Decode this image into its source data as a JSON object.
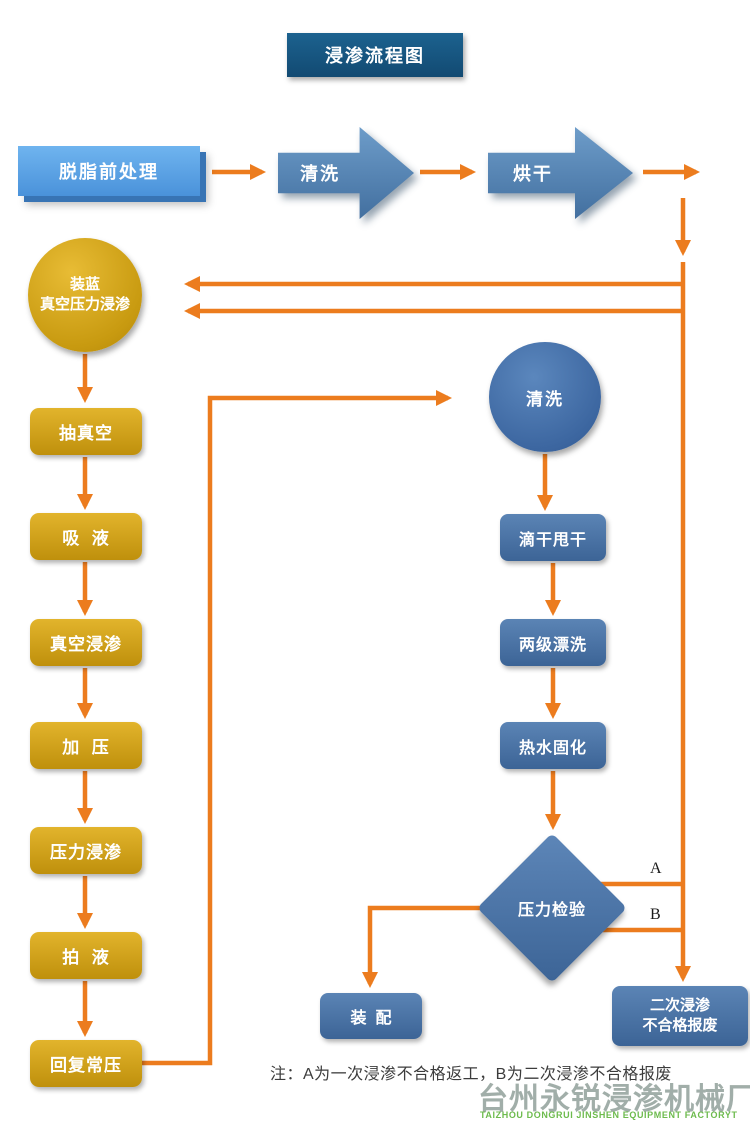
{
  "title": "浸渗流程图",
  "top_row": {
    "pretreatment": "脱脂前处理",
    "wash": "清洗",
    "dry": "烘干"
  },
  "left_flow": {
    "entry_circle": {
      "line1": "装蓝",
      "line2": "真空压力浸渗"
    },
    "steps": [
      "抽真空",
      "吸  液",
      "真空浸渗",
      "加  压",
      "压力浸渗",
      "拍  液",
      "回复常压"
    ]
  },
  "right_flow": {
    "wash_circle": "清洗",
    "steps": [
      "滴干甩干",
      "两级漂洗",
      "热水固化"
    ],
    "decision": "压力检验",
    "branch_labels": {
      "a": "A",
      "b": "B"
    },
    "assembly": "装  配",
    "scrap": {
      "line1": "二次浸渗",
      "line2": "不合格报废"
    }
  },
  "note": "注：A为一次浸渗不合格返工，B为二次浸渗不合格报废",
  "watermark": {
    "company_cn": "台州永锐浸渗机械厂",
    "company_en": "TAIZHOU DONGRUI JINSHEN EQUIPMENT FACTORYT"
  },
  "colors": {
    "accent_orange": "#EC7C1E",
    "gold": "#C9980F",
    "flow_blue": "#44709F",
    "title_blue": "#15567F",
    "light_blue": "#58A6E8"
  }
}
